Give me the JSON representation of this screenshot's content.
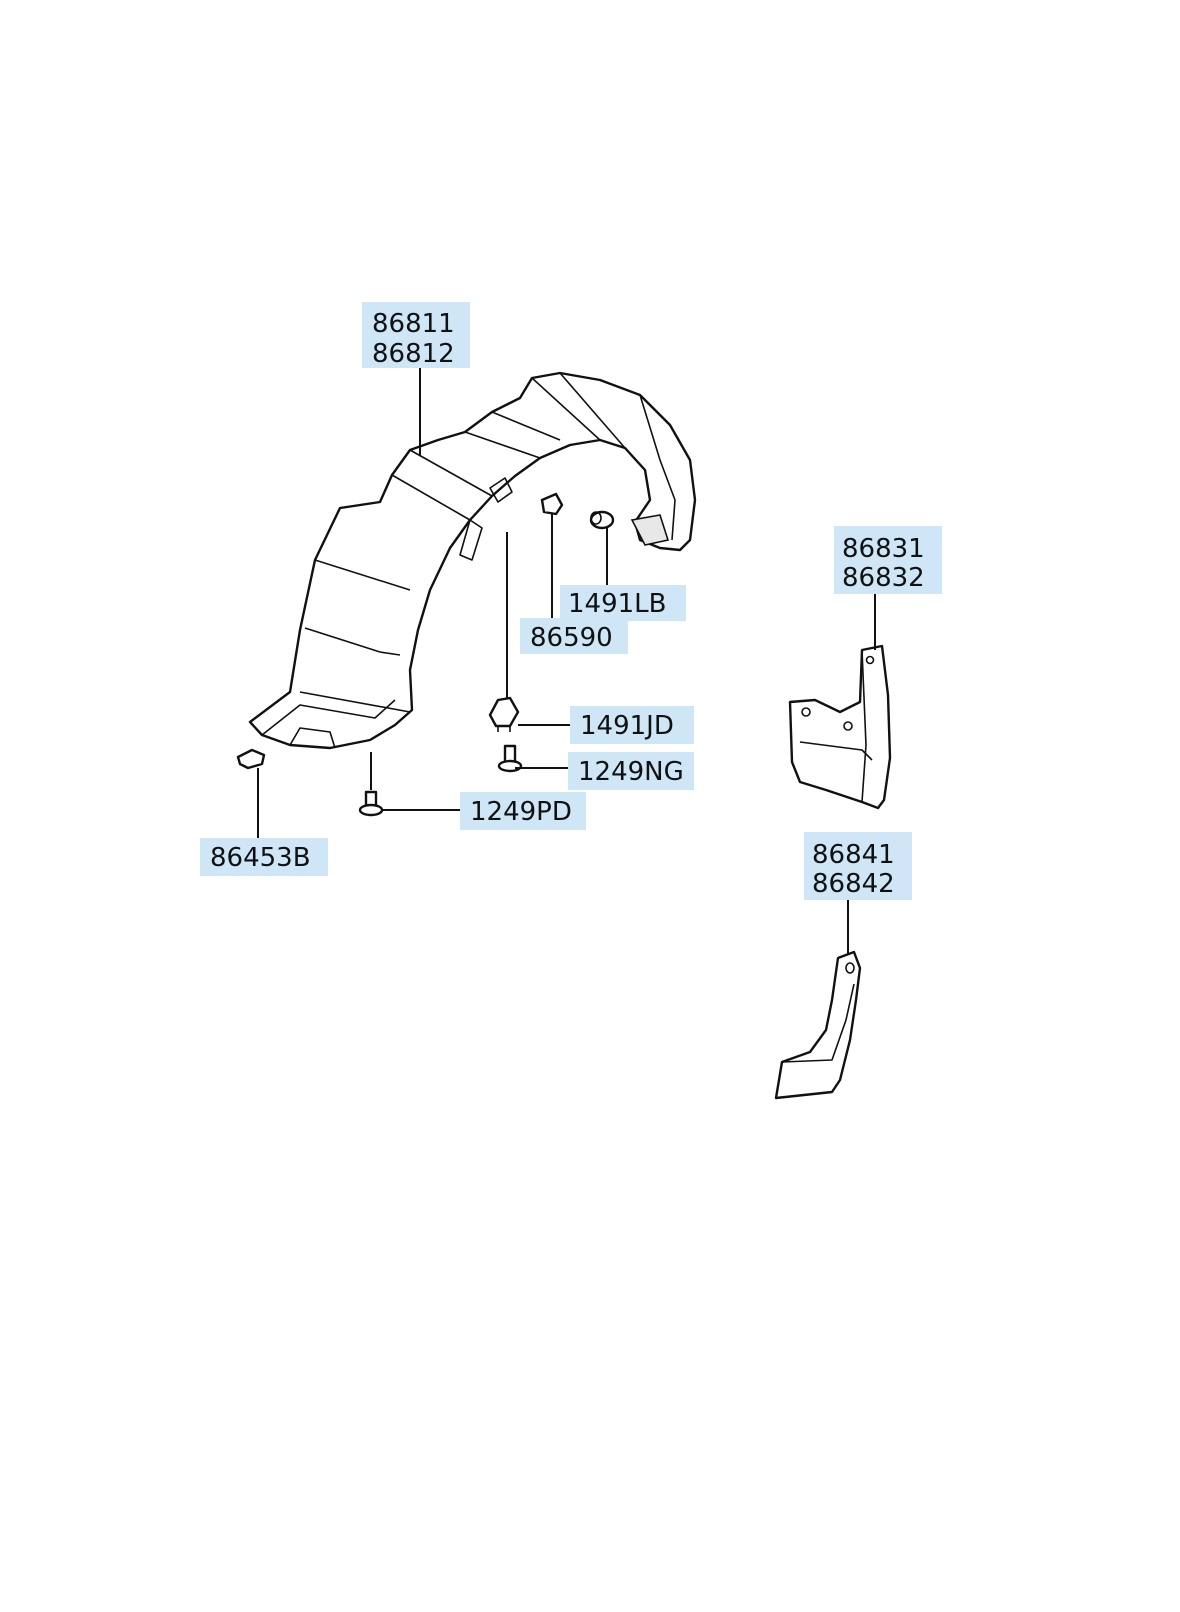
{
  "labels": {
    "liner": [
      "86811",
      "86812"
    ],
    "mud_guard_front": [
      "86831",
      "86832"
    ],
    "mud_guard_rear": [
      "86841",
      "86842"
    ],
    "clip_86590": "86590",
    "clip_1491LB": "1491LB",
    "clip_1491JD": "1491JD",
    "screw_1249NG": "1249NG",
    "screw_1249PD": "1249PD",
    "nut_86453B": "86453B"
  },
  "colors": {
    "label_background": "#cfe6f7",
    "line": "#111111",
    "background": "#ffffff"
  }
}
